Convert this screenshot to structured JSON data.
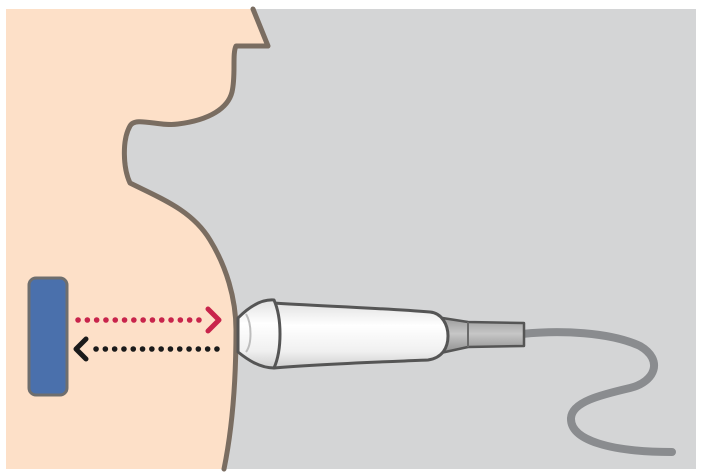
{
  "colors": {
    "background_gray": "#d4d5d6",
    "skin": "#fde0c8",
    "outline": "#7a6d61",
    "target_blue": "#4a70ac",
    "transmit_arrow": "#c8244b",
    "echo_arrow": "#1a1a1a",
    "probe_body": "#f3f3f3",
    "probe_outline": "#555555",
    "cable": "#8a8c8f"
  },
  "icons": {
    "target": "internal-target-block",
    "transducer": "ultrasound-probe-icon",
    "transmit": "dotted-arrow-right",
    "echo": "dotted-arrow-left"
  }
}
